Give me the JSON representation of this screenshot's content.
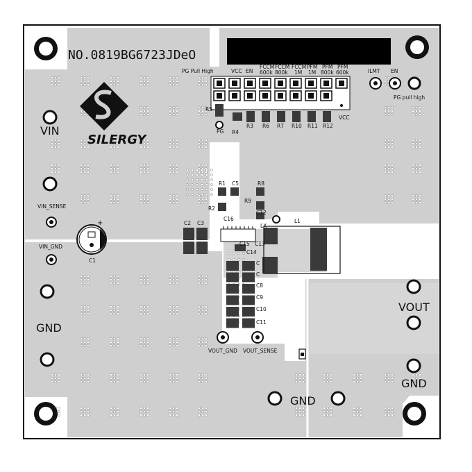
{
  "board": {
    "serial": "NO.0819BG6723JDeO",
    "brand": "SILERGY"
  },
  "labels": {
    "vin": "VIN",
    "vin_sense": "VIN_SENSE",
    "vin_gnd": "VIN_GND",
    "gnd_left": "GND",
    "gnd_right": "GND",
    "gnd_bottom": "GND",
    "vout": "VOUT",
    "vout_gnd": "VOUT_GND",
    "vout_sense": "VOUT_SENSE",
    "ilmt": "ILMT",
    "en_right": "EN",
    "pg_pull_high_right": "PG pull high",
    "pg": "PG",
    "vcc_bottom": "VCC",
    "l1": "L1",
    "lx": "LX"
  },
  "header": {
    "pg_pull_high": "PG Pull High",
    "vcc": "VCC",
    "en": "EN",
    "fccm600": [
      "FCCM",
      "600k"
    ],
    "fccm800": [
      "FCCM",
      "800k"
    ],
    "fccm1m": [
      "FCCM",
      "1M"
    ],
    "pfm1m": [
      "PFM",
      "1M"
    ],
    "pfm800": [
      "PFM",
      "800k"
    ],
    "pfm600": [
      "PFM",
      "600k"
    ]
  },
  "refdes": {
    "r1": "R1",
    "r2": "R2",
    "r3": "R3",
    "r4": "R4",
    "r5": "R5",
    "r6": "R6",
    "r7": "R7",
    "r8": "R8",
    "r9": "R9",
    "r10": "R10",
    "r11": "R11",
    "r12": "R12",
    "c1": "C1",
    "c2": "C2",
    "c3": "C3",
    "c5": "C5",
    "c6": "C",
    "c7": "C",
    "c8": "C8",
    "c9": "C9",
    "c10": "C10",
    "c11": "C11",
    "c12": "C12",
    "c13": "C13",
    "c14": "C14",
    "c15": "C15",
    "c16": "C16"
  },
  "colors": {
    "copper": "#cfcfcf",
    "background": "#ffffff",
    "silkscreen": "#111111",
    "pad_dark": "#3a3a3a"
  }
}
